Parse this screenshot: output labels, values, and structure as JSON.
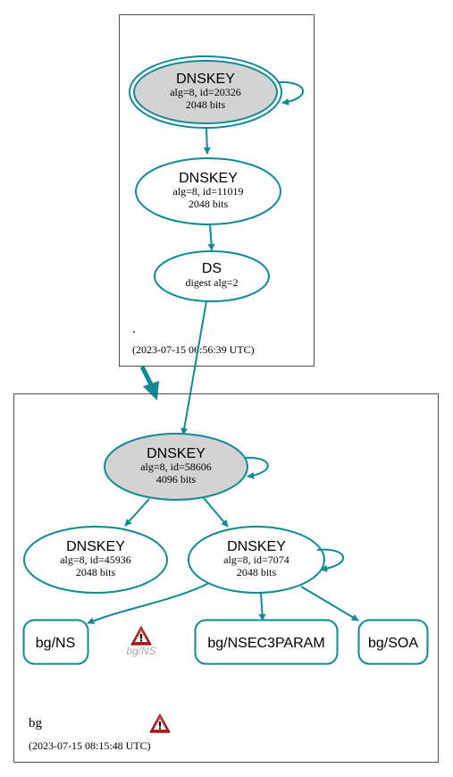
{
  "colors": {
    "edge": "#0f8a96",
    "key_fill_ksk": "#d3d3d3",
    "key_fill": "#ffffff",
    "zone_border": "#505050",
    "warning_red": "#cc2222"
  },
  "root_zone": {
    "name": ".",
    "timestamp": "(2023-07-15 06:56:39 UTC)",
    "ksk": {
      "title": "DNSKEY",
      "line1": "alg=8, id=20326",
      "line2": "2048 bits"
    },
    "zsk": {
      "title": "DNSKEY",
      "line1": "alg=8, id=11019",
      "line2": "2048 bits"
    },
    "ds": {
      "title": "DS",
      "line1": "digest alg=2"
    }
  },
  "bg_zone": {
    "name": "bg",
    "timestamp": "(2023-07-15 08:15:48 UTC)",
    "ksk": {
      "title": "DNSKEY",
      "line1": "alg=8, id=58606",
      "line2": "4096 bits"
    },
    "key_45936": {
      "title": "DNSKEY",
      "line1": "alg=8, id=45936",
      "line2": "2048 bits"
    },
    "zsk": {
      "title": "DNSKEY",
      "line1": "alg=8, id=7074",
      "line2": "2048 bits"
    },
    "rrsets": {
      "ns": "bg/NS",
      "nsec3param": "bg/NSEC3PARAM",
      "soa": "bg/SOA"
    },
    "ns_warning_label": "bg/NS"
  },
  "icons": {
    "warning": "warning-triangle-icon"
  }
}
